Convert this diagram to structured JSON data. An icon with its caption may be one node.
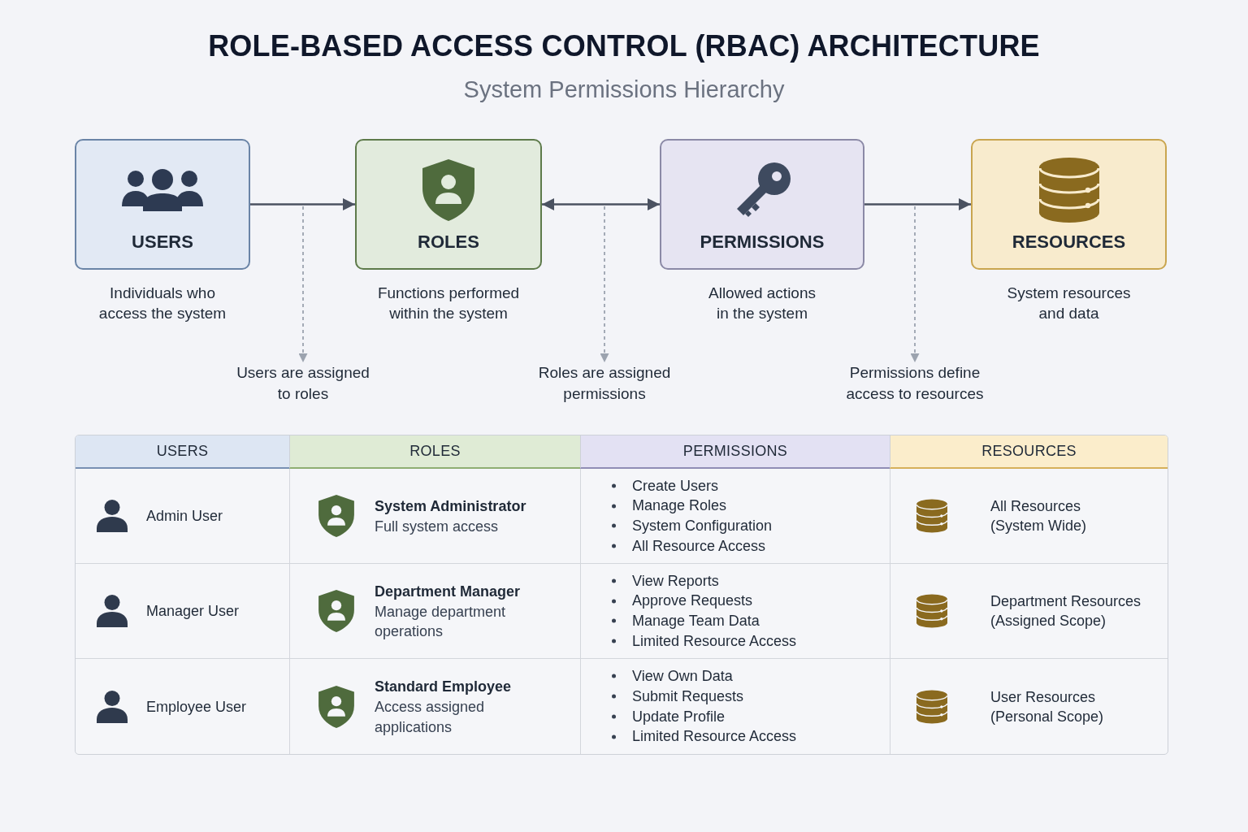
{
  "diagram": {
    "title": "ROLE-BASED ACCESS CONTROL (RBAC) ARCHITECTURE",
    "nodes": [
      {
        "text": [
          "USERS"
        ],
        "beside": [
          "Individuals who access the system"
        ]
      },
      {
        "text": [
          "ROLES"
        ],
        "beside": [
          "Functions performed within the system"
        ]
      },
      {
        "text": [
          "PERMISSIONS"
        ],
        "beside": [
          "Allowed actions in the system"
        ]
      },
      {
        "text": [
          "RESOURCES"
        ],
        "beside": [
          "System resources and data"
        ]
      },
      {
        "text": [
          "Users are assigned to roles"
        ]
      },
      {
        "text": [
          "Roles are assigned permissions"
        ]
      },
      {
        "text": [
          "Permissions define access to resources"
        ]
      }
    ],
    "edges": [
      {
        "from": 0,
        "to": 1,
        "arrow": "to"
      },
      {
        "from": 1,
        "to": 2,
        "arrow": "both"
      },
      {
        "from": 2,
        "to": 3,
        "arrow": "to"
      },
      {
        "from": null,
        "to": 4,
        "arrow": "to",
        "style": "dashed",
        "color": "#9ca3af"
      },
      {
        "from": null,
        "to": 5,
        "arrow": "to",
        "style": "dashed",
        "color": "#9ca3af"
      },
      {
        "from": null,
        "to": 6,
        "arrow": "to",
        "style": "dashed",
        "color": "#9ca3af"
      }
    ],
    "labels": [
      "System Permissions Hierarchy",
      "USERS",
      "ROLES",
      "PERMISSIONS",
      "RESOURCES",
      "Admin User",
      "System Administrator",
      "Full system access",
      "Create Users",
      "Manage Roles",
      "System Configuration",
      "All Resource Access",
      "All Resources",
      "(System Wide)",
      "Manager User",
      "Department Manager",
      "Manage department operations",
      "View Reports",
      "Approve Requests",
      "Manage Team Data",
      "Limited Resource Access",
      "Department Resources",
      "(Assigned Scope)",
      "Employee User",
      "Standard Employee",
      "Access assigned applications",
      "View Own Data",
      "Submit Requests",
      "Update Profile",
      "Limited Resource Access",
      "User Resources",
      "(Personal Scope)"
    ]
  }
}
